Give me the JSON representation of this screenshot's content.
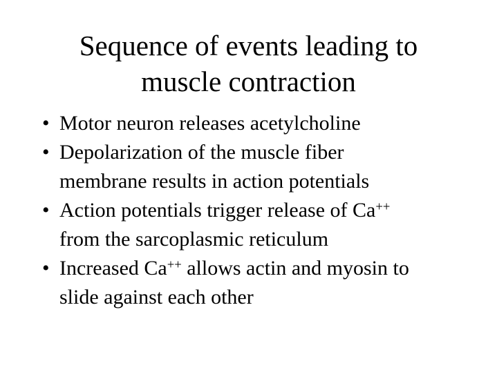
{
  "slide": {
    "background_color": "#ffffff",
    "text_color": "#000000",
    "title": {
      "line1": "Sequence of events leading to",
      "line2": "muscle contraction"
    },
    "bullet_marker": "•",
    "bullets": [
      {
        "marker": "•",
        "line1_a": "Motor neuron releases acetylcholine",
        "line1_sup": "",
        "line1_b": "",
        "line2_a": "",
        "line2_sup": "",
        "line2_b": ""
      },
      {
        "marker": "•",
        "line1_a": "Depolarization of the muscle fiber",
        "line1_sup": "",
        "line1_b": "",
        "line2_a": "membrane results in action potentials",
        "line2_sup": "",
        "line2_b": ""
      },
      {
        "marker": "•",
        "line1_a": "Action potentials trigger release of Ca",
        "line1_sup": "++",
        "line1_b": "",
        "line2_a": "from the sarcoplasmic reticulum",
        "line2_sup": "",
        "line2_b": ""
      },
      {
        "marker": "•",
        "line1_a": "Increased Ca",
        "line1_sup": "++",
        "line1_b": " allows actin and myosin to",
        "line2_a": "slide against each other",
        "line2_sup": "",
        "line2_b": ""
      }
    ]
  }
}
